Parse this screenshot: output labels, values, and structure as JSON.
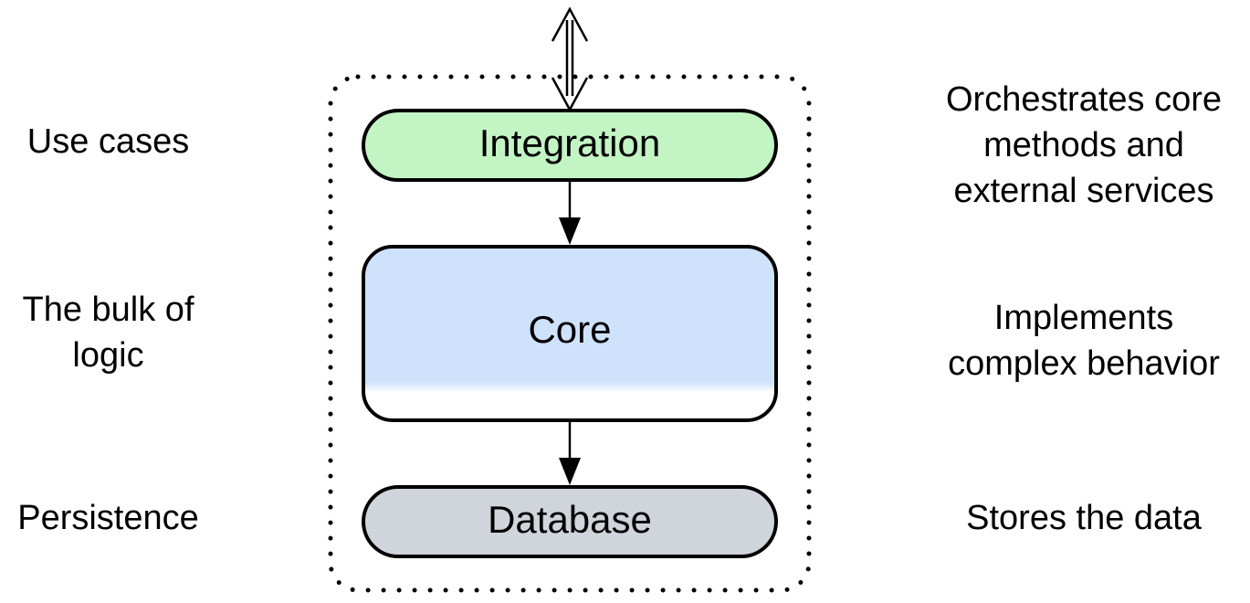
{
  "boxes": {
    "integration": {
      "label": "Integration",
      "fill": "#c3f4c4"
    },
    "core": {
      "label": "Core",
      "fill": "#cfe2fb",
      "fill_bottom": "#ffffff"
    },
    "database": {
      "label": "Database",
      "fill": "#d0d5dc"
    }
  },
  "left_labels": {
    "integration": "Use cases",
    "core": "The bulk of\nlogic",
    "database": "Persistence"
  },
  "right_labels": {
    "integration": "Orchestrates core\nmethods and\nexternal services",
    "core": "Implements\ncomplex behavior",
    "database": "Stores the data"
  },
  "colors": {
    "stroke": "#000000",
    "background": "#ffffff"
  }
}
